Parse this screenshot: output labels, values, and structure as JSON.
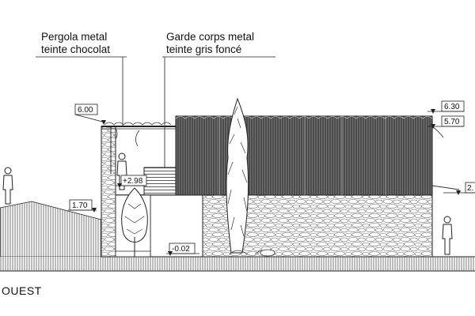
{
  "annotations": {
    "pergola_line1": "Pergola metal",
    "pergola_line2": "teinte chocolat",
    "railing_line1": "Garde corps metal",
    "railing_line2": "teinte gris foncé"
  },
  "levels": {
    "pergola_top": "6.00",
    "roof_top": "6.30",
    "roof_edge": "5.70",
    "terrace": "+2.98",
    "ground_left": "1.70",
    "ground_floor": "-0.02",
    "right_partial": "2."
  },
  "facade_title": "OUEST",
  "colors": {
    "line": "#222222",
    "cladding": "#555555",
    "ground_hatch": "#777777"
  }
}
